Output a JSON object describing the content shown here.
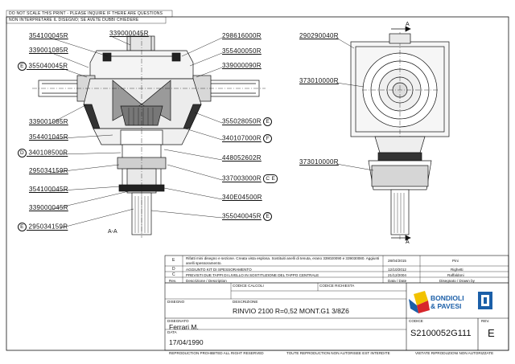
{
  "header": {
    "line1": "DO NOT SCALE THIS PRINT - PLEASE INQUIRE IF THERE ARE QUESTIONS",
    "line2": "NON INTERPRETARE IL DISEGNO; SE AVETE DUBBI CHIEDERE"
  },
  "callouts_left": [
    {
      "code": "354100045R",
      "mark": ""
    },
    {
      "code": "339001085R",
      "mark": ""
    },
    {
      "code": "355040045R",
      "mark": "E"
    },
    {
      "code": "339001085R",
      "mark": ""
    },
    {
      "code": "354401045R",
      "mark": ""
    },
    {
      "code": "340108500R",
      "mark": "D"
    },
    {
      "code": "295034159R",
      "mark": ""
    },
    {
      "code": "354100045R",
      "mark": ""
    },
    {
      "code": "339000045R",
      "mark": ""
    },
    {
      "code": "295034159R",
      "mark": "E"
    }
  ],
  "callouts_top": {
    "code": "339000045R"
  },
  "callouts_right": [
    {
      "code": "298616000R",
      "mark": ""
    },
    {
      "code": "355400050R",
      "mark": ""
    },
    {
      "code": "339000090R",
      "mark": ""
    },
    {
      "code": "355028050R",
      "mark": "E"
    },
    {
      "code": "340107000R",
      "mark": "F"
    },
    {
      "code": "448052602R",
      "mark": ""
    },
    {
      "code": "337003000R",
      "mark": "C E"
    },
    {
      "code": "340E04500R",
      "mark": ""
    },
    {
      "code": "355040045R",
      "mark": "E"
    }
  ],
  "callouts_side": [
    {
      "code": "290290040R"
    },
    {
      "code": "373010000R"
    },
    {
      "code": "373010000R"
    }
  ],
  "section_labels": {
    "aa": "A-A",
    "a_top": "A",
    "a_bottom": "A"
  },
  "revisions": [
    {
      "rev": "E",
      "desc": "Rifatti mini disegno e sezione. Creata vista esplosa. Sostituiti anelli di tenuta, erano 339020090 e 339030080. Aggiunti anelli spessoramento.",
      "date": "28/04/2015",
      "by": "Pini"
    },
    {
      "rev": "D",
      "desc": "AGGIUNTO KIT DI SPESSORAMENTO",
      "date": "12/10/2012",
      "by": "Righetti"
    },
    {
      "rev": "C",
      "desc": "PREVISTI DUE TAPPI DI LIVELLO IN SOSTITUZIONE DEL TAPPO CENTRALE",
      "date": "21/12/2004",
      "by": "Raffaldoni"
    }
  ],
  "revision_header": {
    "rev": "Rev.",
    "desc": "Descrizione / Description",
    "date": "Data / Date",
    "by": "Disegnato / Drawn by"
  },
  "title_block": {
    "codice_calcoli_label": "CODICE CALCOLI",
    "codice_richiesta_label": "CODICE RICHIESTA",
    "disegno_label": "DISEGNO",
    "descrizione_label": "DESCRIZIONE",
    "description": "RINVIO 2100 R=0,52 MONT.G1 3/8Z6",
    "disegnato_label": "DISEGNATO",
    "drawn_by": "Ferrari M.",
    "data_label": "DATA",
    "date": "17/04/1990",
    "codice_label": "CODICE",
    "code": "S2100052G111",
    "rev_label": "REV.",
    "rev": "E",
    "brand_line1": "BONDIOLI",
    "brand_line2": "& PAVESI"
  },
  "footer": {
    "left": "REPRODUCTION PROHIBITED ALL RIGHT RESERVED",
    "mid": "TOUTE REPRODUCTION NON AUTORISEE EST INTERDITE",
    "right": "VIETATE RIPRODUZIONI NON AUTORIZZATE"
  },
  "colors": {
    "line": "#111111",
    "brand_blue": "#1b5fa8",
    "brand_red": "#d7262b",
    "brand_yellow": "#f2c200"
  }
}
